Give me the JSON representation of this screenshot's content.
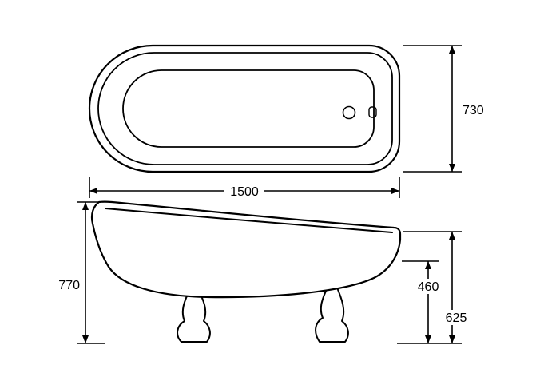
{
  "page": {
    "background": "#ffffff",
    "line_color": "#000000"
  },
  "diagram": {
    "type": "technical-drawing",
    "subject": "freestanding slipper bath, plan view and side elevation with dimensions",
    "dimensions": {
      "length": "1500",
      "width": "730",
      "back_height": "770",
      "depth": "460",
      "rim_height": "625"
    }
  }
}
